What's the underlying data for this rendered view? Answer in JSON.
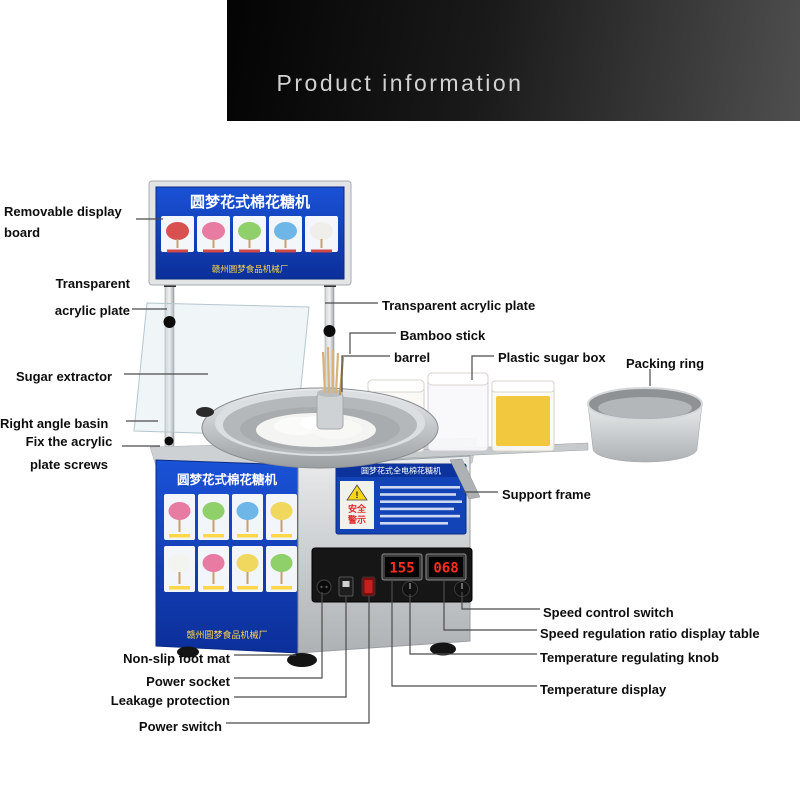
{
  "header": {
    "title": "Product information"
  },
  "machine": {
    "sign": {
      "title": "圆梦花式棉花糖机",
      "footer": "赣州圆梦食品机械厂"
    },
    "front_panel": {
      "title": "圆梦花式棉花糖机",
      "footer": "赣州圆梦食品机械厂"
    },
    "warning": {
      "header": "圆梦花式全电棉花糖机",
      "safety_line1": "安全",
      "safety_line2": "警示"
    },
    "control": {
      "temperature_display": "155",
      "speed_display": "068"
    }
  },
  "callouts": {
    "removable_display_board": "Removable display board",
    "transparent_acrylic_plate_left": "Transparent acrylic plate",
    "sugar_extractor": "Sugar extractor",
    "right_angle_basin": "Right angle basin",
    "fix_screws": "Fix the acrylic plate screws",
    "transparent_acrylic_plate_right": "Transparent acrylic plate",
    "bamboo_stick": "Bamboo stick",
    "barrel": "barrel",
    "plastic_sugar_box": "Plastic sugar box",
    "packing_ring": "Packing ring",
    "support_frame": "Support frame",
    "speed_control_switch": "Speed control switch",
    "speed_regulation_display": "Speed regulation ratio display table",
    "temperature_regulating_knob": "Temperature regulating knob",
    "temperature_display": "Temperature display",
    "non_slip_foot_mat": "Non-slip foot mat",
    "power_socket": "Power socket",
    "leakage_protection": "Leakage protection",
    "power_switch": "Power switch"
  },
  "colors": {
    "sign_blue": "#1343c0",
    "led_red": "#ff2e1e",
    "warning_yellow": "#f7d51d",
    "safety_red": "#e03030",
    "caption_yellow": "#ffd84a"
  }
}
